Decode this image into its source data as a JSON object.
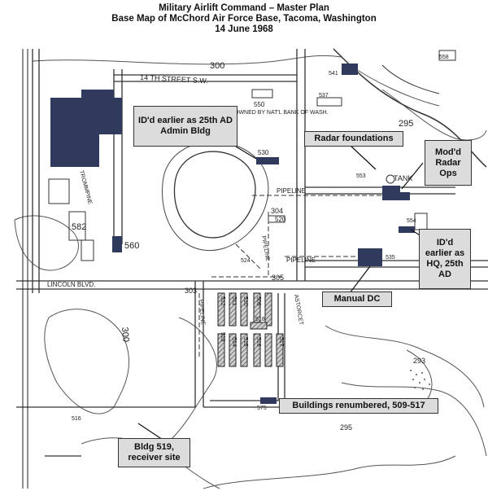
{
  "header": {
    "line1": "Military Airlift Command – Master Plan",
    "line2": "Base Map of McChord Air Force Base, Tacoma, Washington",
    "line3": "14 June 1968"
  },
  "callouts": {
    "admin_bldg": "ID'd earlier as 25th AD Admin Bldg",
    "radar_foundations": "Radar foundations",
    "radar_ops": "Mod'd Radar Ops",
    "hq": "ID'd earlier as HQ, 25th AD",
    "manual_dc": "Manual DC",
    "renumbered": "Buildings renumbered, 509-517",
    "receiver": "Bldg 519, receiver site"
  },
  "map_labels": {
    "street_14th": "14 TH STREET S.W.",
    "owned_by": "OWNED BY NAT'L BANK OF WASH.",
    "lincoln": "LINCOLN BLVD.",
    "pipeline": "PIPELINE",
    "astorcet": "ASTORCET",
    "tank": "TANK",
    "tr": "TROMMPINE",
    "contour_300a": "300",
    "contour_300b": "300",
    "contour_295a": "295",
    "contour_295b": "295",
    "contour_293": "293",
    "contour_303": "303",
    "contour_304": "304",
    "contour_305": "305",
    "b550": "550",
    "b530": "530",
    "b537": "537",
    "b541": "541",
    "b558": "558",
    "b520": "520",
    "b524": "524",
    "b582": "582",
    "b560": "560",
    "b535": "535",
    "b575": "575",
    "b518": "518",
    "b513": "513",
    "b510": "510",
    "b511": "511",
    "b512": "512",
    "b509": "509",
    "b514": "514",
    "b515": "515",
    "b516": "516",
    "b517": "517",
    "b516b": "516",
    "b554": "554",
    "b553": "553"
  }
}
